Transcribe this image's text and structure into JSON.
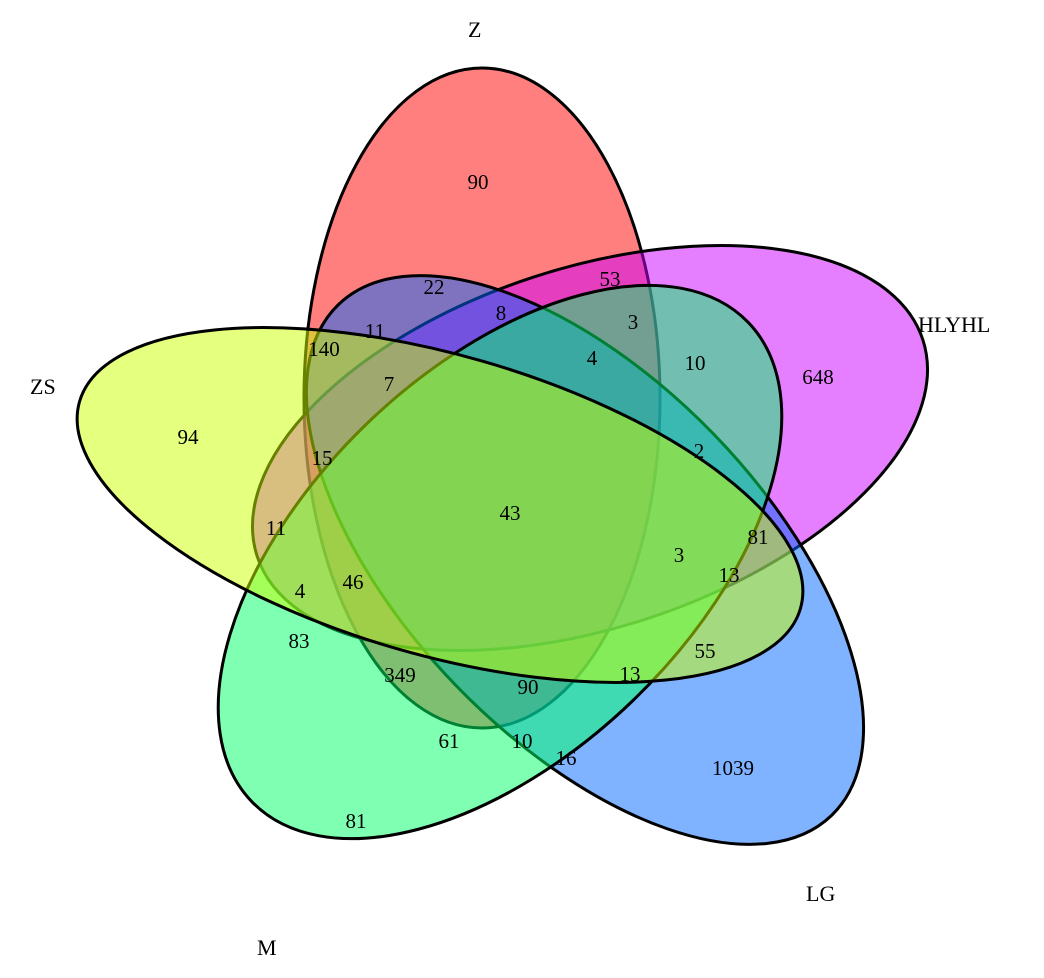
{
  "diagram": {
    "type": "venn-5",
    "sets": [
      {
        "id": "Z",
        "label": "Z",
        "color": "#FF0000"
      },
      {
        "id": "HLYHL",
        "label": "HLYHL",
        "color": "#CC00FF"
      },
      {
        "id": "LG",
        "label": "LG",
        "color": "#0066FF"
      },
      {
        "id": "M",
        "label": "M",
        "color": "#00FF66"
      },
      {
        "id": "ZS",
        "label": "ZS",
        "color": "#CCFF00"
      }
    ],
    "regions": [
      {
        "sets": [
          "Z"
        ],
        "value": "90"
      },
      {
        "sets": [
          "HLYHL"
        ],
        "value": "648"
      },
      {
        "sets": [
          "LG"
        ],
        "value": "1039"
      },
      {
        "sets": [
          "M"
        ],
        "value": "81"
      },
      {
        "sets": [
          "ZS"
        ],
        "value": "94"
      },
      {
        "sets": [
          "Z",
          "LG"
        ],
        "value": "22"
      },
      {
        "sets": [
          "Z",
          "HLYHL"
        ],
        "value": "53"
      },
      {
        "sets": [
          "Z",
          "HLYHL",
          "LG"
        ],
        "value": "8"
      },
      {
        "sets": [
          "Z",
          "ZS"
        ],
        "value": "140"
      },
      {
        "sets": [
          "Z",
          "ZS",
          "LG"
        ],
        "value": "11"
      },
      {
        "sets": [
          "Z",
          "HLYHL",
          "M"
        ],
        "value": "3"
      },
      {
        "sets": [
          "Z",
          "HLYHL",
          "LG",
          "M"
        ],
        "value": "4"
      },
      {
        "sets": [
          "HLYHL",
          "M"
        ],
        "value": "10"
      },
      {
        "sets": [
          "Z",
          "ZS",
          "HLYHL",
          "LG"
        ],
        "value": "7"
      },
      {
        "sets": [
          "Z",
          "ZS",
          "HLYHL"
        ],
        "value": "15"
      },
      {
        "sets": [
          "HLYHL",
          "LG",
          "M"
        ],
        "value": "2"
      },
      {
        "sets": [
          "ZS",
          "HLYHL"
        ],
        "value": "11"
      },
      {
        "sets": [
          "Z",
          "ZS",
          "HLYHL",
          "LG",
          "M"
        ],
        "value": "43"
      },
      {
        "sets": [
          "HLYHL",
          "LG"
        ],
        "value": "81"
      },
      {
        "sets": [
          "ZS",
          "HLYHL",
          "LG",
          "M"
        ],
        "value": "3"
      },
      {
        "sets": [
          "HLYHL",
          "LG",
          "M",
          "ZS"
        ],
        "value": "13"
      },
      {
        "sets": [
          "ZS",
          "HLYHL",
          "M"
        ],
        "value": "4"
      },
      {
        "sets": [
          "Z",
          "ZS",
          "HLYHL",
          "M"
        ],
        "value": "46"
      },
      {
        "sets": [
          "ZS",
          "M"
        ],
        "value": "83"
      },
      {
        "sets": [
          "LG",
          "M"
        ],
        "value": "55"
      },
      {
        "sets": [
          "Z",
          "ZS",
          "M"
        ],
        "value": "349"
      },
      {
        "sets": [
          "Z",
          "ZS",
          "LG",
          "M"
        ],
        "value": "90"
      },
      {
        "sets": [
          "ZS",
          "LG",
          "M"
        ],
        "value": "13"
      },
      {
        "sets": [
          "Z",
          "M"
        ],
        "value": "61"
      },
      {
        "sets": [
          "Z",
          "LG",
          "M"
        ],
        "value": "10"
      },
      {
        "sets": [
          "M",
          "LG"
        ],
        "value": "16"
      }
    ]
  }
}
